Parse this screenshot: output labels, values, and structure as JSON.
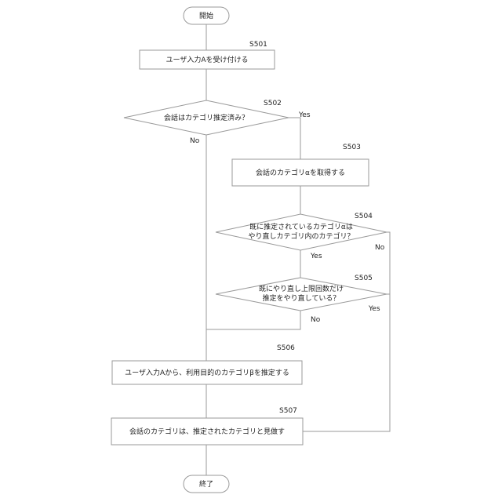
{
  "nodes": {
    "start": "開始",
    "s501": "ユーザ入力Aを受け付ける",
    "s502": "会話はカテゴリ推定済み？",
    "s503": "会話のカテゴリαを取得する",
    "s504_line1": "既に推定されているカテゴリαは",
    "s504_line2": "やり直しカテゴリ内のカテゴリ？",
    "s505_line1": "既にやり直し上限回数だけ",
    "s505_line2": "推定をやり直している？",
    "s506": "ユーザ入力Aから、利用目的のカテゴリβを推定する",
    "s507": "会話のカテゴリは、推定されたカテゴリと見做す",
    "end": "終了"
  },
  "steps": {
    "s501": "S501",
    "s502": "S502",
    "s503": "S503",
    "s504": "S504",
    "s505": "S505",
    "s506": "S506",
    "s507": "S507"
  },
  "branches": {
    "s502_yes": "Yes",
    "s502_no": "No",
    "s504_yes": "Yes",
    "s504_no": "No",
    "s505_yes": "Yes",
    "s505_no": "No"
  }
}
